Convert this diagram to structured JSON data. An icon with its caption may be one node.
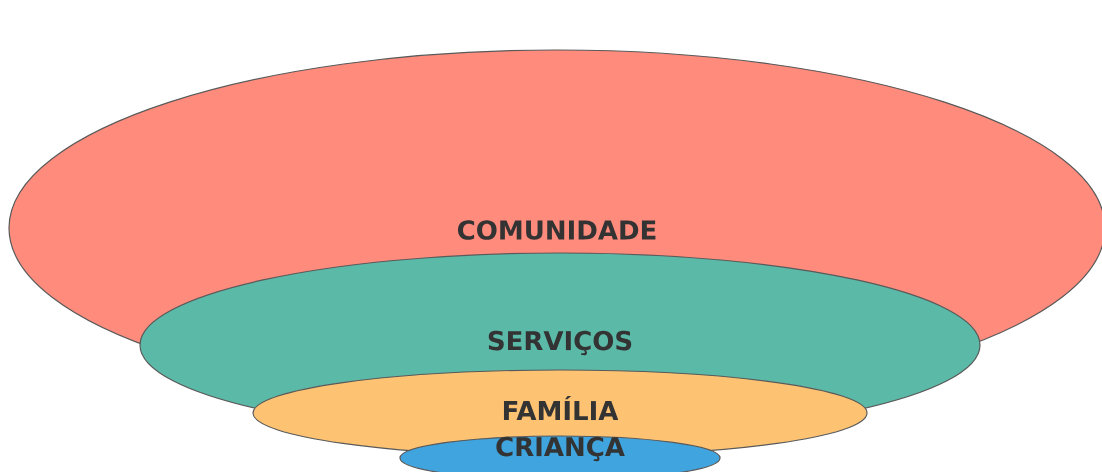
{
  "diagram": {
    "nodes": [
      {
        "text": [
          "COMUNIDADE"
        ]
      },
      {
        "text": [
          "SERVIÇOS"
        ]
      },
      {
        "text": [
          "FAMÍLIA"
        ]
      },
      {
        "text": [
          "CRIANÇA"
        ]
      }
    ]
  }
}
